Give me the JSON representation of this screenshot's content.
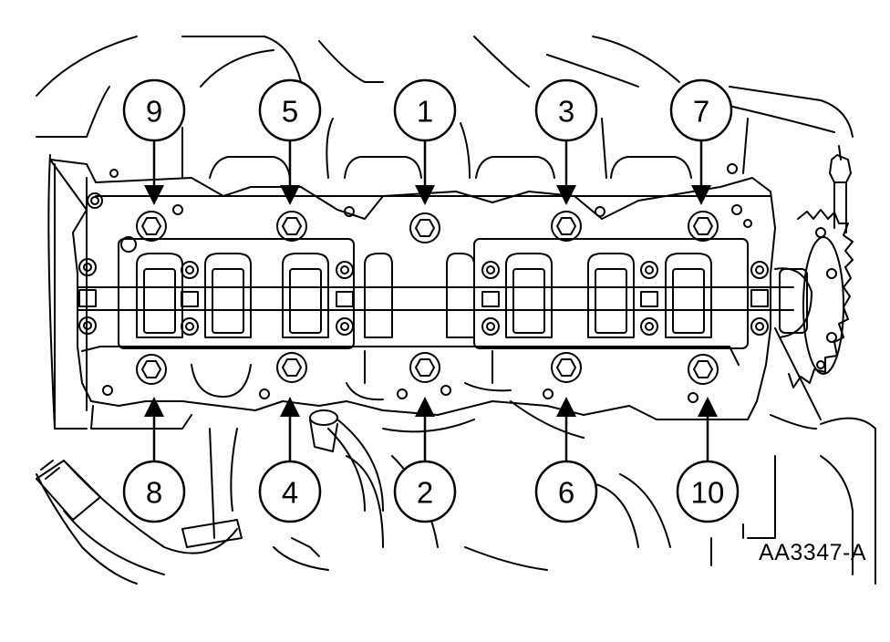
{
  "figure_id": "AA3347-A",
  "callouts": [
    {
      "label": "9",
      "row": "top"
    },
    {
      "label": "5",
      "row": "top"
    },
    {
      "label": "1",
      "row": "top"
    },
    {
      "label": "3",
      "row": "top"
    },
    {
      "label": "7",
      "row": "top"
    },
    {
      "label": "8",
      "row": "bottom"
    },
    {
      "label": "4",
      "row": "bottom"
    },
    {
      "label": "2",
      "row": "bottom"
    },
    {
      "label": "6",
      "row": "bottom"
    },
    {
      "label": "10",
      "row": "bottom"
    }
  ]
}
